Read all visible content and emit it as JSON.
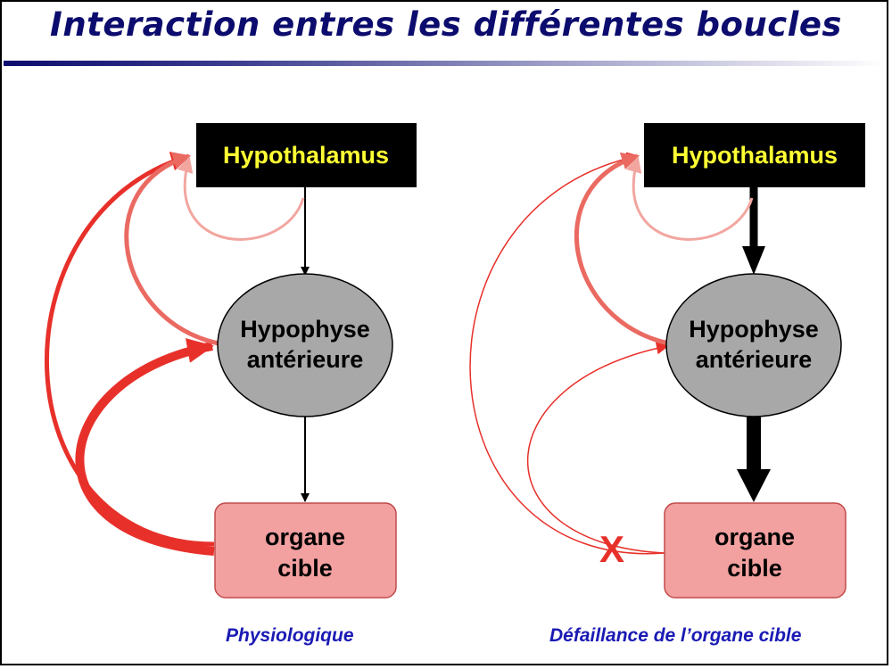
{
  "title": "Interaction entres les différentes boucles",
  "panels": [
    {
      "caption": "Physiologique",
      "hypothalamus": "Hypothalamus",
      "pituitary_line1": "Hypophyse",
      "pituitary_line2": "antérieure",
      "target_line1": "organe",
      "target_line2": "cible"
    },
    {
      "caption": "Défaillance de l’organe cible",
      "hypothalamus": "Hypothalamus",
      "pituitary_line1": "Hypophyse",
      "pituitary_line2": "antérieure",
      "target_line1": "organe",
      "target_line2": "cible",
      "failure_mark": "X"
    }
  ],
  "colors": {
    "title": "#0c0c6e",
    "hypothalamus_fill": "#000000",
    "hypothalamus_text": "#ffff33",
    "pituitary_fill": "#a8a8a8",
    "target_fill": "#f2a0a0",
    "feedback_strong": "#e8302a",
    "feedback_medium": "#ea6a62",
    "feedback_light": "#f2a6a0",
    "caption": "#1a1ab4"
  }
}
